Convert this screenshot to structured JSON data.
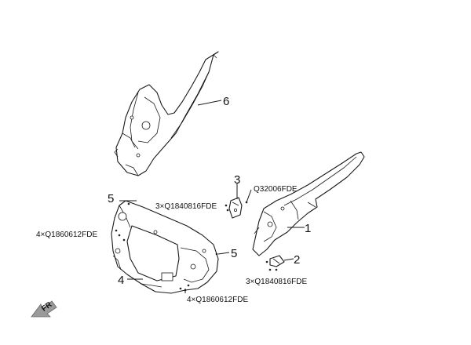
{
  "callouts": {
    "p1": "1",
    "p2": "2",
    "p3": "3",
    "p4": "4",
    "p5a": "5",
    "p5b": "5",
    "p6": "6"
  },
  "fasteners": {
    "q32006": "Q32006FDE",
    "q1840816_upper": "3×Q1840816FDE",
    "q1840816_lower": "3×Q1840816FDE",
    "q1860612_left": "4×Q1860612FDE",
    "q1860612_bottom": "4×Q1860612FDE"
  },
  "fr_label": "FR",
  "colors": {
    "ink": "#1a1a1a",
    "fr_arrow": "#9a9a9a"
  }
}
